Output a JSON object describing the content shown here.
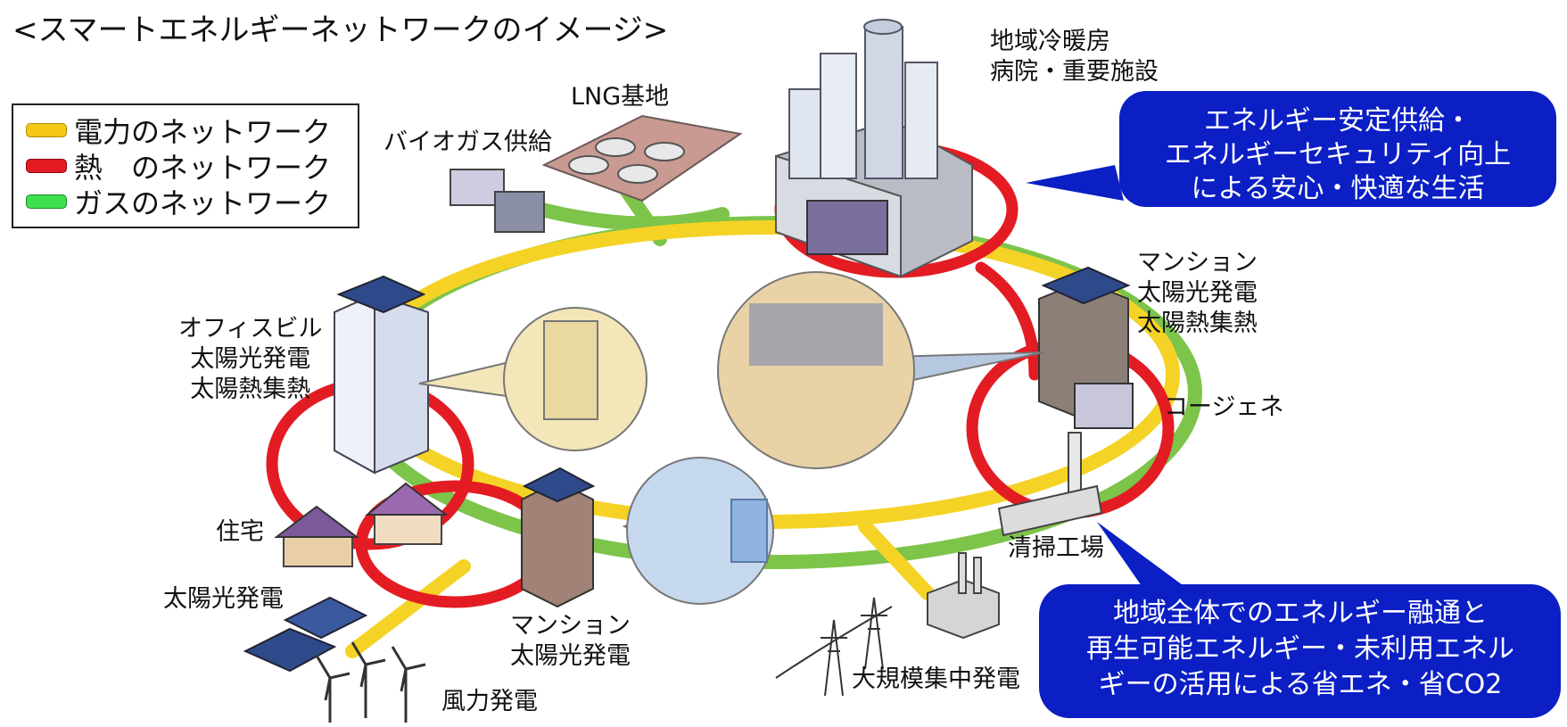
{
  "title": "<スマートエネルギーネットワークのイメージ>",
  "colors": {
    "power": "#f5d326",
    "heat": "#e31c23",
    "gas": "#7dc44a",
    "callout": "#0b1fc4"
  },
  "legend": [
    {
      "label": "電力のネットワーク",
      "color": "#f5c816"
    },
    {
      "label": "熱　のネットワーク",
      "color": "#e31c23"
    },
    {
      "label": "ガスのネットワーク",
      "color": "#3ee050"
    }
  ],
  "labels": {
    "lng": "LNG基地",
    "biogas": "バイオガス供給",
    "district": [
      "地域冷暖房",
      "病院・重要施設"
    ],
    "office": [
      "オフィスビル",
      "太陽光発電",
      "太陽熱集熱"
    ],
    "mansion_right": [
      "マンション",
      "太陽光発電",
      "太陽熱集熱"
    ],
    "cogen": "コージェネ",
    "house": "住宅",
    "solar": "太陽光発電",
    "mansion_bottom": [
      "マンション",
      "太陽光発電"
    ],
    "wind": "風力発電",
    "incinerator": "清掃工場",
    "large_power": "大規模集中発電"
  },
  "callout_top": [
    "エネルギー安定供給・",
    "エネルギーセキュリティ向上",
    "による安心・快適な生活"
  ],
  "callout_bottom": [
    "地域全体でのエネルギー融通と",
    "再生可能エネルギー・未利用エネル",
    "ギーの活用による省エネ・省CO2"
  ]
}
